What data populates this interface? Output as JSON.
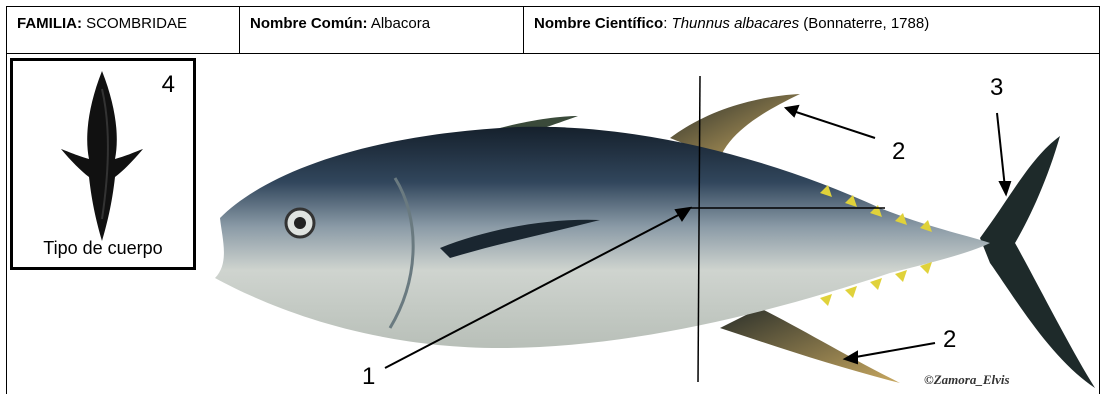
{
  "header": {
    "familia_label": "FAMILIA:",
    "familia_value": "SCOMBRIDAE",
    "comun_label": "Nombre Común:",
    "comun_value": "Albacora",
    "cientifico_label": "Nombre Científico",
    "cientifico_sep": ":",
    "cientifico_value": "Thunnus albacares",
    "cientifico_author": "(Bonnaterre, 1788)"
  },
  "body_type": {
    "number": "4",
    "caption": "Tipo de cuerpo"
  },
  "callouts": {
    "one": "1",
    "two_dorsal": "2",
    "two_anal": "2",
    "three": "3"
  },
  "credit": "©Zamora_Elvis",
  "colors": {
    "fish_back": "#1c2a3a",
    "fish_belly": "#d8dcd8",
    "finlets": "#e0d23a",
    "fin_yellow": "#c8b460"
  }
}
